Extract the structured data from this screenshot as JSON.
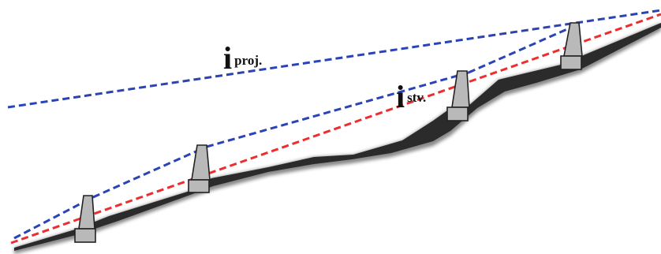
{
  "labels": {
    "projected": {
      "symbol": "i",
      "subscript": "proj."
    },
    "actual": {
      "symbol": "i",
      "subscript": "stv."
    }
  },
  "colors": {
    "projected_line": "#2a43b5",
    "actual_line": "#ee2e2e",
    "terrain_fill": "#2b2b2b",
    "check_dam_fill": "#b9b9b9",
    "check_dam_stroke": "#222222"
  },
  "legend": []
}
